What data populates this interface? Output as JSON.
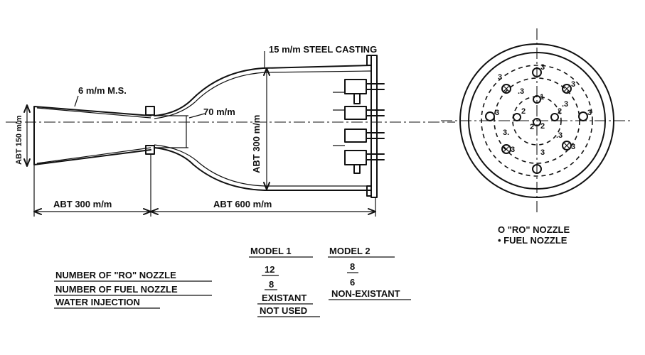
{
  "diagram": {
    "dim_steel_casting": "15 m/m STEEL CASTING",
    "dim_ms": "6 m/m M.S.",
    "dim_abt150": "ABT 150 m/m",
    "dim_70": "70 m/m",
    "dim_300": "ABT 300 m/m",
    "dim_abt300": "ABT 300 m/m",
    "dim_abt600": "ABT 600 m/m",
    "face_labels": [
      "3",
      "3",
      "3",
      "3",
      "3",
      "3",
      "3",
      "3",
      ".3",
      ".3",
      ".3",
      "3.",
      "1",
      "2",
      "2",
      "2",
      "2"
    ]
  },
  "legend": {
    "ro_nozzle": "O \"RO\" NOZZLE",
    "fuel_nozzle": "• FUEL NOZZLE"
  },
  "table": {
    "headers": [
      "MODEL 1",
      "MODEL 2"
    ],
    "rows": [
      {
        "label": "NUMBER OF \"RO\" NOZZLE",
        "m1": "12",
        "m2": "8"
      },
      {
        "label": "NUMBER OF FUEL NOZZLE",
        "m1": "8",
        "m2": "6"
      },
      {
        "label": "WATER INJECTION",
        "m1": "EXISTANT",
        "m2": "NON-EXISTANT"
      }
    ],
    "m1_extra": "NOT USED"
  }
}
